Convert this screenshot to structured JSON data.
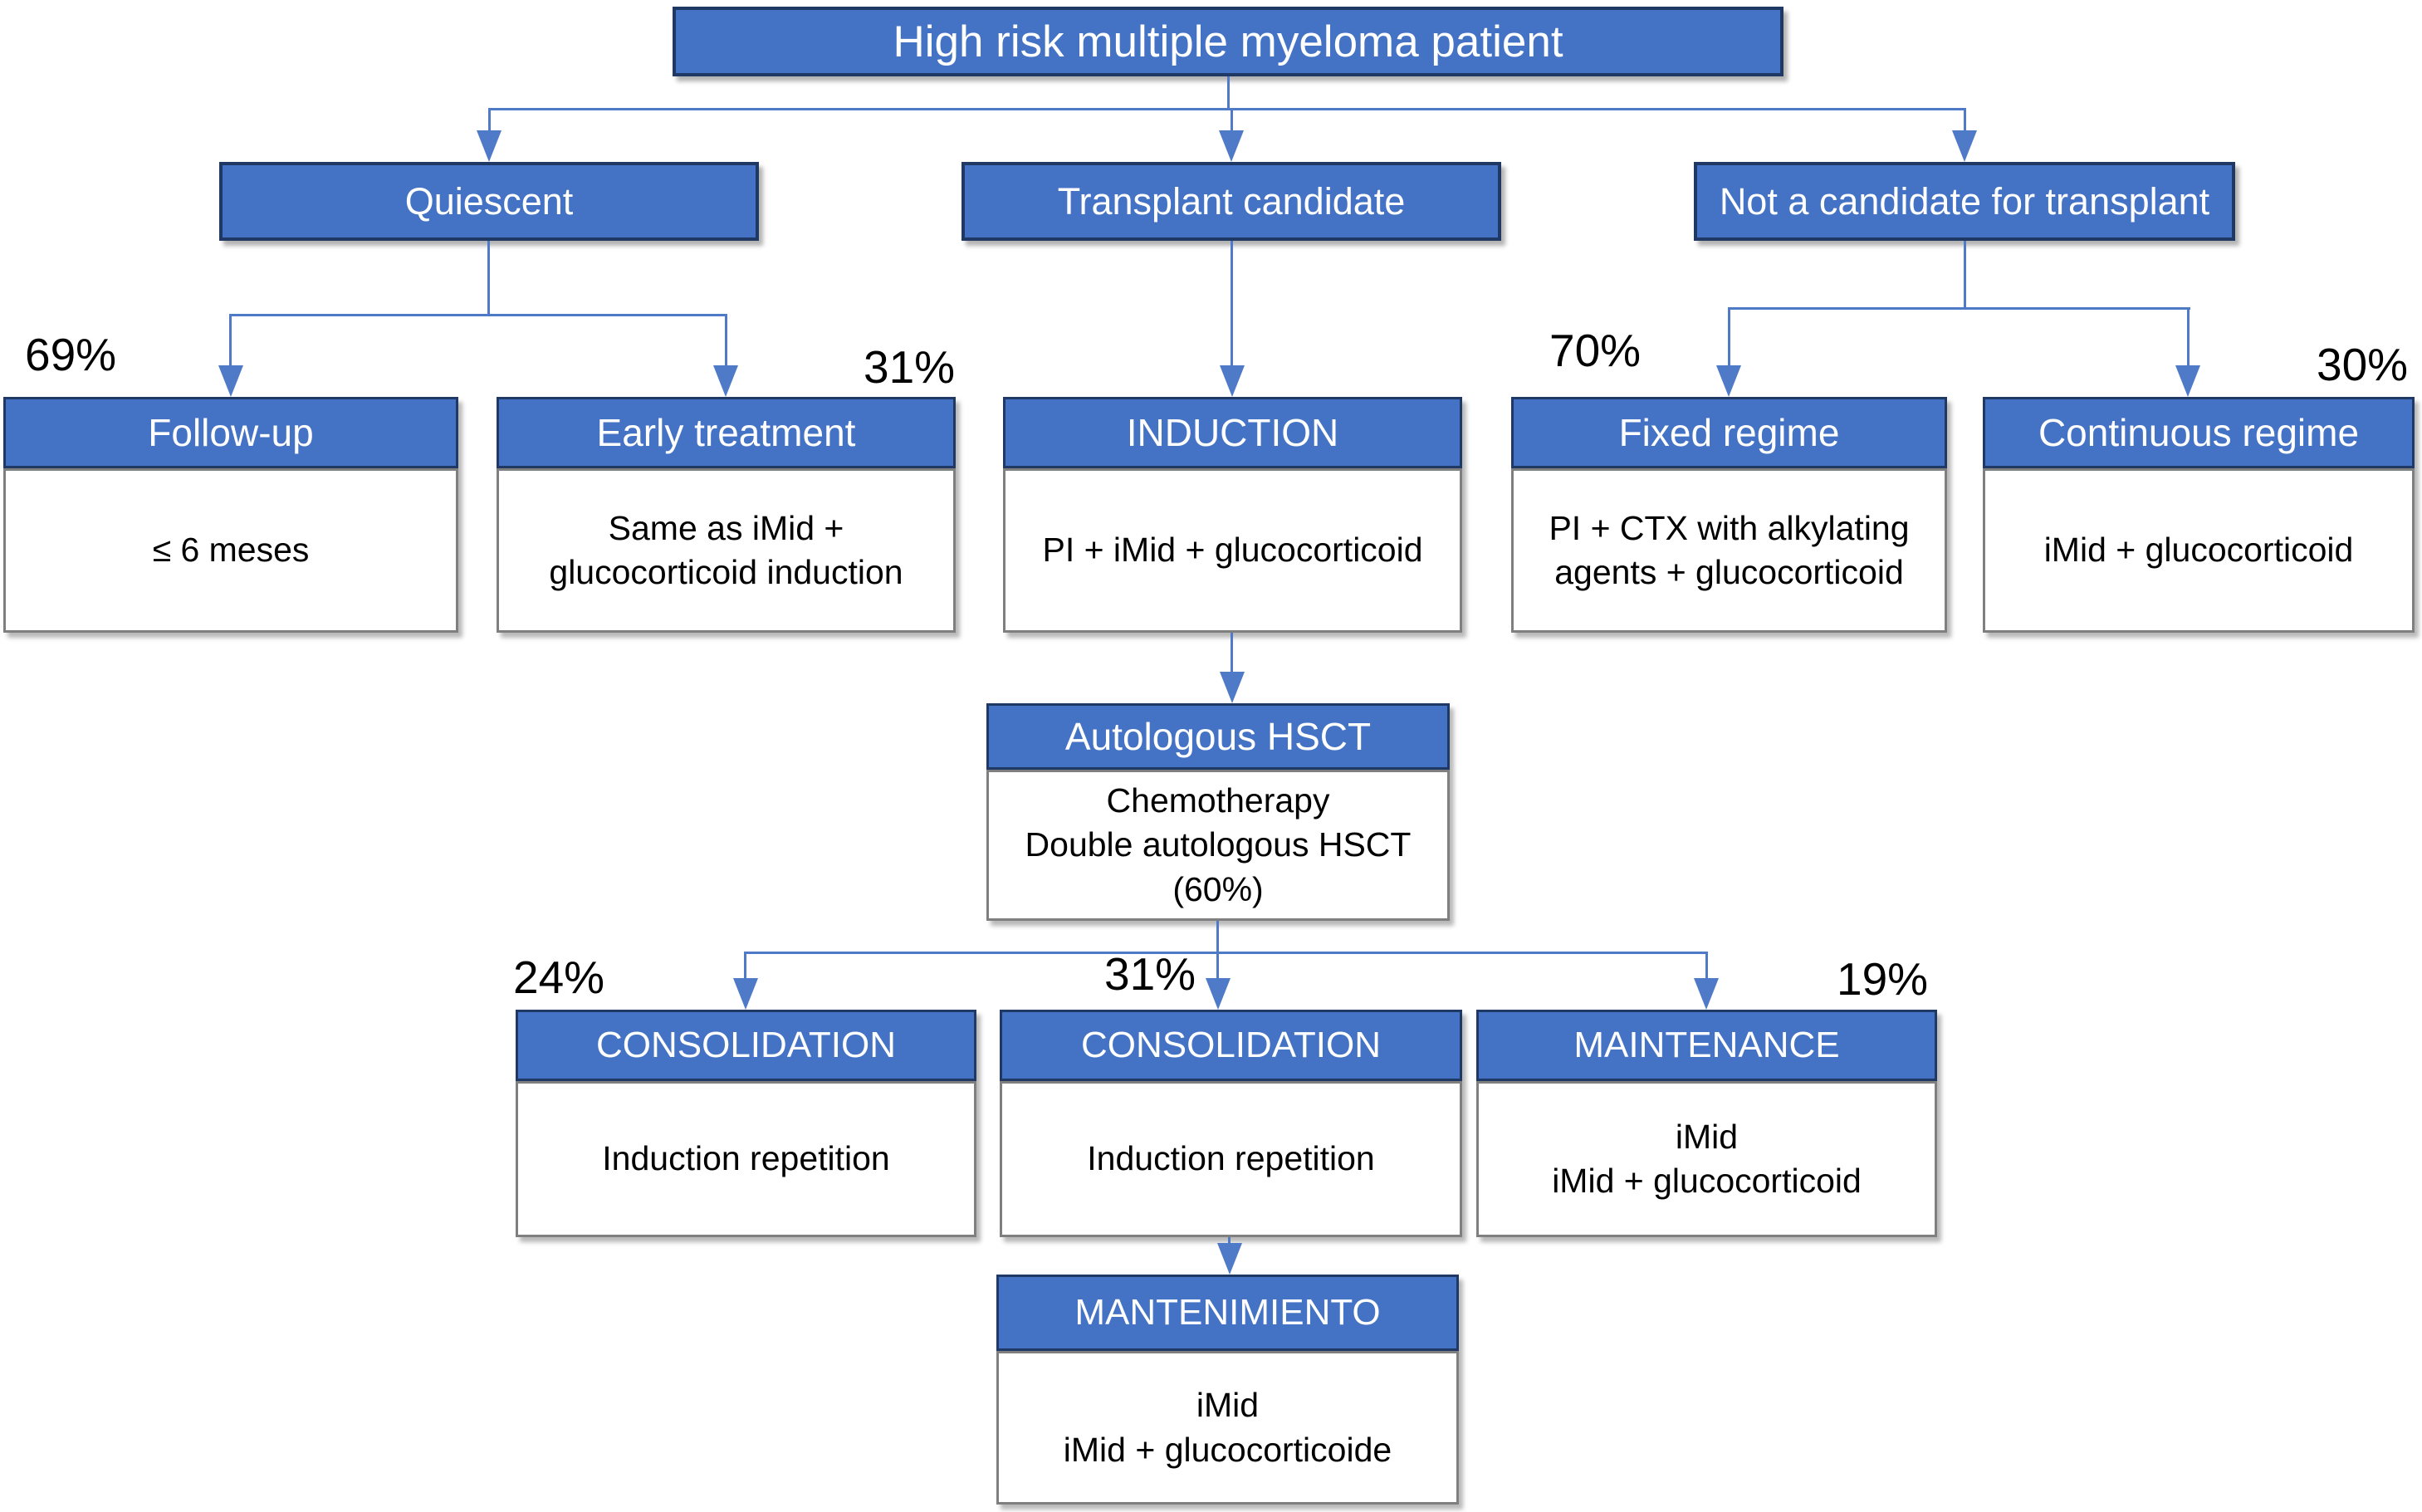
{
  "palette": {
    "node_fill": "#4472C4",
    "node_border": "#1F3864",
    "body_border": "#7F7F7F",
    "connector": "#4F7AC7",
    "text_light": "#FFFFFF",
    "text_dark": "#000000"
  },
  "root": {
    "label": "High risk multiple myeloma patient"
  },
  "level2": {
    "quiescent": {
      "label": "Quiescent"
    },
    "transplant": {
      "label": "Transplant candidate"
    },
    "not_candidate": {
      "label": "Not a candidate for transplant"
    }
  },
  "nodes": {
    "followup": {
      "percent": "69%",
      "title": "Follow-up",
      "lines": [
        "≤ 6 meses"
      ]
    },
    "early_treatment": {
      "percent": "31%",
      "title": "Early treatment",
      "lines": [
        "Same as iMid +",
        "glucocorticoid induction"
      ]
    },
    "induction": {
      "title": "INDUCTION",
      "lines": [
        "PI + iMid + glucocorticoid"
      ]
    },
    "fixed_regime": {
      "percent": "70%",
      "title": "Fixed regime",
      "lines": [
        "PI + CTX with alkylating",
        "agents + glucocorticoid"
      ]
    },
    "continuous_regime": {
      "percent": "30%",
      "title": "Continuous regime",
      "lines": [
        "iMid + glucocorticoid"
      ]
    },
    "autologous_hsct": {
      "title": "Autologous HSCT",
      "lines": [
        "Chemotherapy",
        "Double autologous HSCT",
        "(60%)"
      ]
    },
    "consolidation_left": {
      "percent": "24%",
      "title": "CONSOLIDATION",
      "lines": [
        "Induction repetition"
      ]
    },
    "consolidation_mid": {
      "percent": "31%",
      "title": "CONSOLIDATION",
      "lines": [
        "Induction repetition"
      ]
    },
    "maintenance": {
      "percent": "19%",
      "title": "MAINTENANCE",
      "lines": [
        "iMid",
        "iMid + glucocorticoid"
      ]
    },
    "mantenimiento": {
      "title": "MANTENIMIENTO",
      "lines": [
        "iMid",
        "iMid + glucocorticoide"
      ]
    }
  }
}
